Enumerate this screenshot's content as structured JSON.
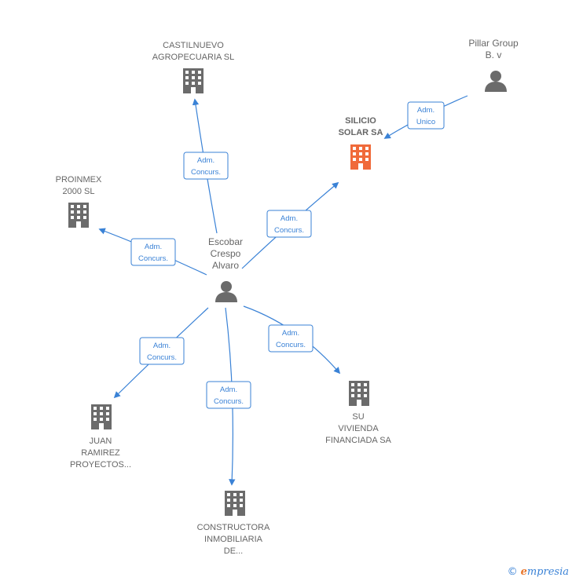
{
  "colors": {
    "edge": "#3a82d6",
    "company": "#6b6b6b",
    "company_highlight": "#f06a3a",
    "person": "#6b6b6b"
  },
  "nodes": {
    "center": {
      "lines": [
        "Escobar",
        "Crespo",
        "Alvaro"
      ],
      "icon": "person-icon"
    },
    "pillar": {
      "lines": [
        "Pillar Group",
        "B. v"
      ],
      "icon": "person-icon"
    },
    "silicio": {
      "lines": [
        "SILICIO",
        "SOLAR SA"
      ],
      "icon": "building-icon"
    },
    "castilnuevo": {
      "lines": [
        "CASTILNUEVO",
        "AGROPECUARIA SL"
      ],
      "icon": "building-icon"
    },
    "proinmex": {
      "lines": [
        "PROINMEX",
        "2000 SL"
      ],
      "icon": "building-icon"
    },
    "juan": {
      "lines": [
        "JUAN",
        "RAMIREZ",
        "PROYECTOS..."
      ],
      "icon": "building-icon"
    },
    "constructora": {
      "lines": [
        "CONSTRUCTORA",
        "INMOBILIARIA",
        "DE..."
      ],
      "icon": "building-icon"
    },
    "suvivienda": {
      "lines": [
        "SU",
        "VIVIENDA",
        "FINANCIADA SA"
      ],
      "icon": "building-icon"
    }
  },
  "relations": {
    "castilnuevo": [
      "Adm.",
      "Concurs."
    ],
    "proinmex": [
      "Adm.",
      "Concurs."
    ],
    "silicio": [
      "Adm.",
      "Concurs."
    ],
    "pillar": [
      "Adm.",
      "Unico"
    ],
    "juan": [
      "Adm.",
      "Concurs."
    ],
    "constructora": [
      "Adm.",
      "Concurs."
    ],
    "suvivienda": [
      "Adm.",
      "Concurs."
    ]
  },
  "footer": {
    "copyright": "©",
    "brand_first": "e",
    "brand_rest": "mpresia"
  }
}
